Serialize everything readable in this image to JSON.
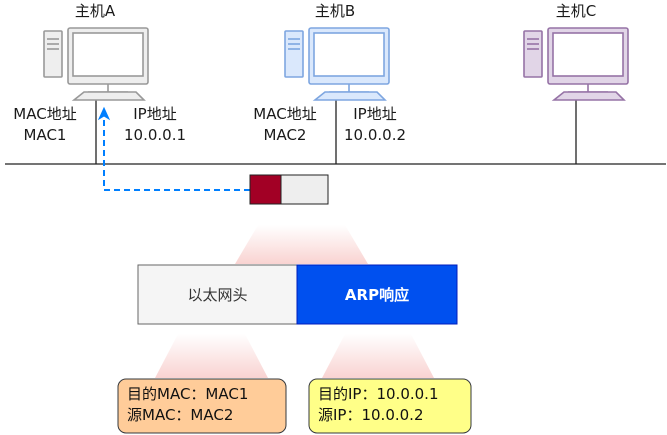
{
  "hosts": [
    {
      "name": "主机A",
      "mac_title": "MAC地址",
      "mac": "MAC1",
      "ip_title": "IP地址",
      "ip": "10.0.0.1",
      "color": "#999999",
      "fill": "#eeeeee"
    },
    {
      "name": "主机B",
      "mac_title": "MAC地址",
      "mac": "MAC2",
      "ip_title": "IP地址",
      "ip": "10.0.0.2",
      "color": "#7ea6e0",
      "fill": "#dae8fc"
    },
    {
      "name": "主机C",
      "color": "#9673a6",
      "fill": "#e1d5e7"
    }
  ],
  "frame": {
    "ether_header": "以太网头",
    "arp_body": "ARP响应",
    "ether_color": "#f5f5f5",
    "arp_color": "#0050ef"
  },
  "packet": {
    "head_color": "#a20025",
    "body_color": "#eeeeee"
  },
  "notes": {
    "ether": {
      "line1": "目的MAC：MAC1",
      "line2": "源MAC：MAC2",
      "color": "#ffcc99",
      "border": "#36393d"
    },
    "arp": {
      "line1": "目的IP：10.0.0.1",
      "line2": "源IP：10.0.0.2",
      "color": "#ffff88",
      "border": "#36393d"
    }
  },
  "arrow_color": "#007fff"
}
